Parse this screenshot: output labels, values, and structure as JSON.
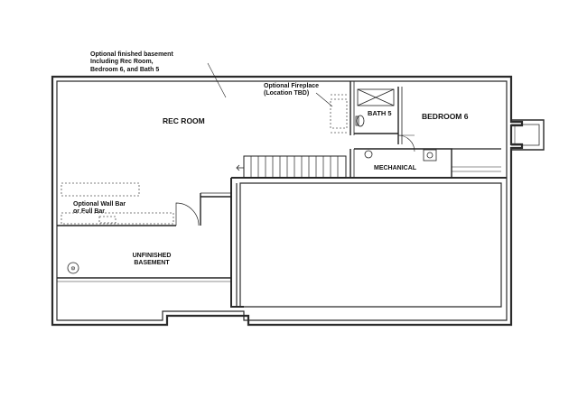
{
  "rooms": {
    "rec_room": "REC ROOM",
    "bath": "BATH 5",
    "bedroom": "BEDROOM 6",
    "mechanical": "MECHANICAL",
    "unfinished_line1": "UNFINISHED",
    "unfinished_line2": "BASEMENT"
  },
  "notes": {
    "finished_line1": "Optional finished basement",
    "finished_line2": "Including Rec Room,",
    "finished_line3": "Bedroom 6, and Bath 5",
    "fireplace_line1": "Optional Fireplace",
    "fireplace_line2": "(Location TBD)",
    "wetbar_line1": "Optional Wall Bar",
    "wetbar_line2": "or Full Bar"
  },
  "colors": {
    "wall": "#2b2b2b",
    "wall_fill": "#ffffff",
    "line": "#222222",
    "dashed": "#555555"
  }
}
